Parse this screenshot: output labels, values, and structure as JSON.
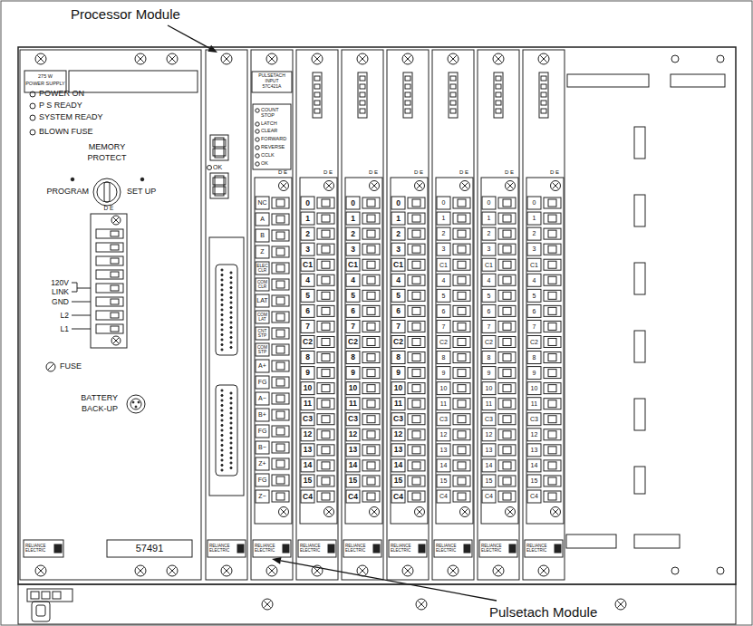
{
  "diagram": {
    "labels": [
      "Processor Module",
      "275 W",
      "POWER SUPPLY",
      "POWER ON",
      "P S READY",
      "SYSTEM READY",
      "BLOWN FUSE",
      "MEMORY",
      "PROTECT",
      "PROGRAM",
      "SET UP",
      "D E",
      "120V",
      "LINK",
      "GND",
      "L2",
      "L1",
      "FUSE",
      "BATTERY",
      "BACK-UP",
      "OK",
      "PULSETACH",
      "INPUT",
      "57C421A",
      "COUNT",
      "STOP",
      "LATCH",
      "CLEAR",
      "FORWARD",
      "REVERSE",
      "CCLK",
      "OK",
      "D E",
      "NC",
      "A",
      "B",
      "Z",
      "ELEC CLR",
      "COM CLR",
      "LAT",
      "COM LAT",
      "CNT STP",
      "COM STP",
      "A+",
      "FG",
      "A−",
      "B+",
      "FG",
      "B−",
      "Z+",
      "FG",
      "Z−",
      "D E",
      "0",
      "1",
      "2",
      "3",
      "C1",
      "4",
      "5",
      "6",
      "7",
      "C2",
      "8",
      "9",
      "10",
      "11",
      "C3",
      "12",
      "13",
      "14",
      "15",
      "C4",
      "D E",
      "0",
      "1",
      "2",
      "3",
      "C1",
      "4",
      "5",
      "6",
      "7",
      "C2",
      "8",
      "9",
      "10",
      "11",
      "C3",
      "12",
      "13",
      "14",
      "15",
      "C4",
      "D E",
      "0",
      "1",
      "2",
      "3",
      "C1",
      "4",
      "5",
      "6",
      "7",
      "C2",
      "8",
      "9",
      "10",
      "11",
      "C3",
      "12",
      "13",
      "14",
      "15",
      "C4",
      "D E",
      "0",
      "1",
      "2",
      "3",
      "C1",
      "4",
      "5",
      "6",
      "7",
      "C2",
      "8",
      "9",
      "10",
      "11",
      "C3",
      "12",
      "13",
      "14",
      "15",
      "C4",
      "D E",
      "0",
      "1",
      "2",
      "3",
      "C1",
      "4",
      "5",
      "6",
      "7",
      "C2",
      "8",
      "9",
      "10",
      "11",
      "C3",
      "12",
      "13",
      "14",
      "15",
      "C4",
      "D E",
      "0",
      "1",
      "2",
      "3",
      "C1",
      "4",
      "5",
      "6",
      "7",
      "C2",
      "8",
      "9",
      "10",
      "11",
      "C3",
      "12",
      "13",
      "14",
      "15",
      "C4",
      "RELIANCE ELECTRIC",
      "57491",
      "RELIANCE ELECTRIC",
      "RELIANCE ELECTRIC",
      "RELIANCE ELECTRIC",
      "RELIANCE ELECTRIC",
      "RELIANCE ELECTRIC",
      "RELIANCE ELECTRIC",
      "RELIANCE ELECTRIC",
      "RELIANCE ELECTRIC",
      "Pulsetach Module"
    ]
  }
}
